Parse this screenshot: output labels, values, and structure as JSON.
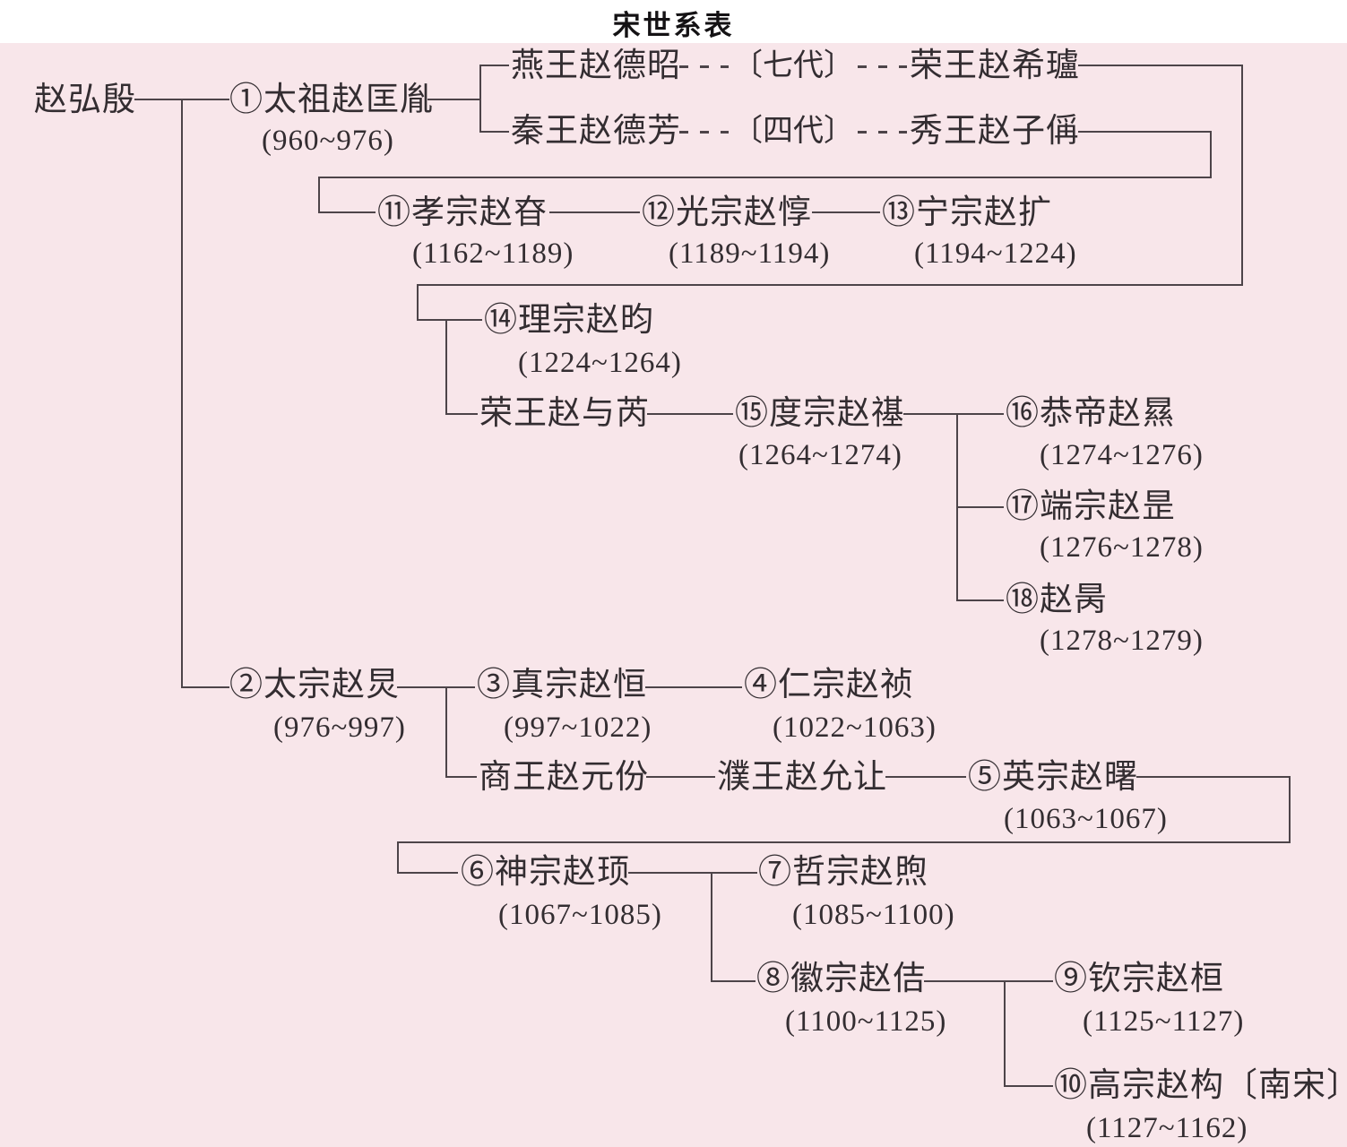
{
  "title": "宋世系表",
  "colors": {
    "background": "#f8e6ea",
    "title_bar": "#ffffff",
    "line": "#4d4449",
    "text": "#332d31"
  },
  "nodes": [
    {
      "id": "zhao-hongyin",
      "label": "赵弘殷",
      "dates": ""
    },
    {
      "id": "taizu",
      "label": "①太祖赵匡胤",
      "dates": "(960~976)"
    },
    {
      "id": "yanwang",
      "label": "燕王赵德昭",
      "dates": ""
    },
    {
      "id": "rongwang-xilu",
      "label": "荣王赵希瓐",
      "dates": ""
    },
    {
      "id": "qinwang",
      "label": "秦王赵德芳",
      "dates": ""
    },
    {
      "id": "xiuwang",
      "label": "秀王赵子偁",
      "dates": ""
    },
    {
      "id": "xiaozong",
      "label": "⑪孝宗赵昚",
      "dates": "(1162~1189)"
    },
    {
      "id": "guangzong",
      "label": "⑫光宗赵惇",
      "dates": "(1189~1194)"
    },
    {
      "id": "ningzong",
      "label": "⑬宁宗赵扩",
      "dates": "(1194~1224)"
    },
    {
      "id": "lizong",
      "label": "⑭理宗赵昀",
      "dates": "(1224~1264)"
    },
    {
      "id": "rongwang-yurui",
      "label": "荣王赵与芮",
      "dates": ""
    },
    {
      "id": "duzong",
      "label": "⑮度宗赵禥",
      "dates": "(1264~1274)"
    },
    {
      "id": "gongdi",
      "label": "⑯恭帝赵㬎",
      "dates": "(1274~1276)"
    },
    {
      "id": "duanzong",
      "label": "⑰端宗赵昰",
      "dates": "(1276~1278)"
    },
    {
      "id": "zhao-bing",
      "label": "⑱赵昺",
      "dates": "(1278~1279)"
    },
    {
      "id": "taizong",
      "label": "②太宗赵炅",
      "dates": "(976~997)"
    },
    {
      "id": "zhenzong",
      "label": "③真宗赵恒",
      "dates": "(997~1022)"
    },
    {
      "id": "renzong",
      "label": "④仁宗赵祯",
      "dates": "(1022~1063)"
    },
    {
      "id": "shangwang",
      "label": "商王赵元份",
      "dates": ""
    },
    {
      "id": "puwang",
      "label": "濮王赵允让",
      "dates": ""
    },
    {
      "id": "yingzong",
      "label": "⑤英宗赵曙",
      "dates": "(1063~1067)"
    },
    {
      "id": "shenzong",
      "label": "⑥神宗赵顼",
      "dates": "(1067~1085)"
    },
    {
      "id": "zhezong",
      "label": "⑦哲宗赵煦",
      "dates": "(1085~1100)"
    },
    {
      "id": "huizong",
      "label": "⑧徽宗赵佶",
      "dates": "(1100~1125)"
    },
    {
      "id": "qinzong",
      "label": "⑨钦宗赵桓",
      "dates": "(1125~1127)"
    },
    {
      "id": "gaozong",
      "label": "⑩高宗赵构〔南宋〕",
      "dates": "(1127~1162)"
    }
  ],
  "generation_links": [
    {
      "from": "燕王赵德昭",
      "label": "〔七代〕",
      "to": "荣王赵希瓐"
    },
    {
      "from": "秦王赵德芳",
      "label": "〔四代〕",
      "to": "秀王赵子偁"
    }
  ],
  "edges": [
    {
      "from": "赵弘殷",
      "to": "①太祖赵匡胤"
    },
    {
      "from": "赵弘殷",
      "to": "②太宗赵炅"
    },
    {
      "from": "①太祖赵匡胤",
      "to": "燕王赵德昭"
    },
    {
      "from": "①太祖赵匡胤",
      "to": "秦王赵德芳"
    },
    {
      "from": "燕王赵德昭",
      "to": "荣王赵希瓐",
      "via": "〔七代〕"
    },
    {
      "from": "秦王赵德芳",
      "to": "秀王赵子偁",
      "via": "〔四代〕"
    },
    {
      "from": "秀王赵子偁",
      "to": "⑪孝宗赵昚"
    },
    {
      "from": "⑪孝宗赵昚",
      "to": "⑫光宗赵惇"
    },
    {
      "from": "⑫光宗赵惇",
      "to": "⑬宁宗赵扩"
    },
    {
      "from": "荣王赵希瓐",
      "to": "⑭理宗赵昀"
    },
    {
      "from": "荣王赵希瓐",
      "to": "荣王赵与芮"
    },
    {
      "from": "荣王赵与芮",
      "to": "⑮度宗赵禥"
    },
    {
      "from": "⑮度宗赵禥",
      "to": "⑯恭帝赵㬎"
    },
    {
      "from": "⑮度宗赵禥",
      "to": "⑰端宗赵昰"
    },
    {
      "from": "⑮度宗赵禥",
      "to": "⑱赵昺"
    },
    {
      "from": "②太宗赵炅",
      "to": "③真宗赵恒"
    },
    {
      "from": "②太宗赵炅",
      "to": "商王赵元份"
    },
    {
      "from": "③真宗赵恒",
      "to": "④仁宗赵祯"
    },
    {
      "from": "商王赵元份",
      "to": "濮王赵允让"
    },
    {
      "from": "濮王赵允让",
      "to": "⑤英宗赵曙"
    },
    {
      "from": "⑤英宗赵曙",
      "to": "⑥神宗赵顼"
    },
    {
      "from": "⑥神宗赵顼",
      "to": "⑦哲宗赵煦"
    },
    {
      "from": "⑥神宗赵顼",
      "to": "⑧徽宗赵佶"
    },
    {
      "from": "⑧徽宗赵佶",
      "to": "⑨钦宗赵桓"
    },
    {
      "from": "⑧徽宗赵佶",
      "to": "⑩高宗赵构〔南宋〕"
    }
  ]
}
